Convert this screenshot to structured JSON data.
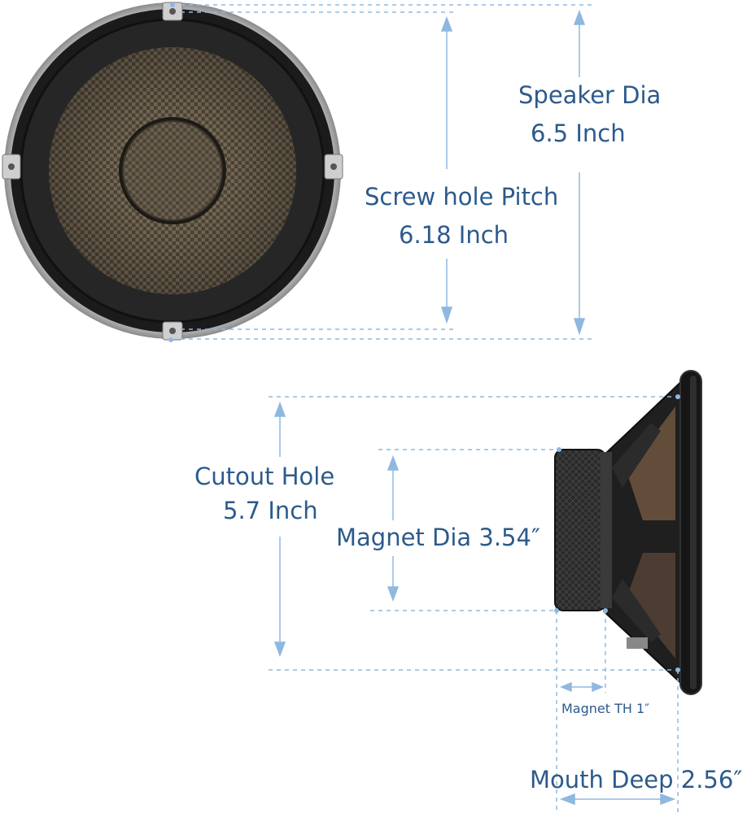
{
  "colors": {
    "label_text": "#2c5a8c",
    "dimension_line": "#8fb8e0",
    "speaker_body": "#1c1c1c",
    "carbon_cone": "#6b5f4e",
    "rim_metal": "#c9c9c9"
  },
  "labels": {
    "speaker_dia_title": "Speaker Dia",
    "speaker_dia_value": "6.5 Inch",
    "screw_pitch_title": "Screw hole Pitch",
    "screw_pitch_value": "6.18 Inch",
    "cutout_title": "Cutout Hole",
    "cutout_value": "5.7 Inch",
    "magnet_dia": "Magnet Dia 3.54″",
    "magnet_th": "Magnet TH  1″",
    "mouth_deep": "Mouth Deep 2.56″"
  },
  "images": {
    "front_view": "speaker-front-view",
    "side_view": "speaker-side-view"
  }
}
